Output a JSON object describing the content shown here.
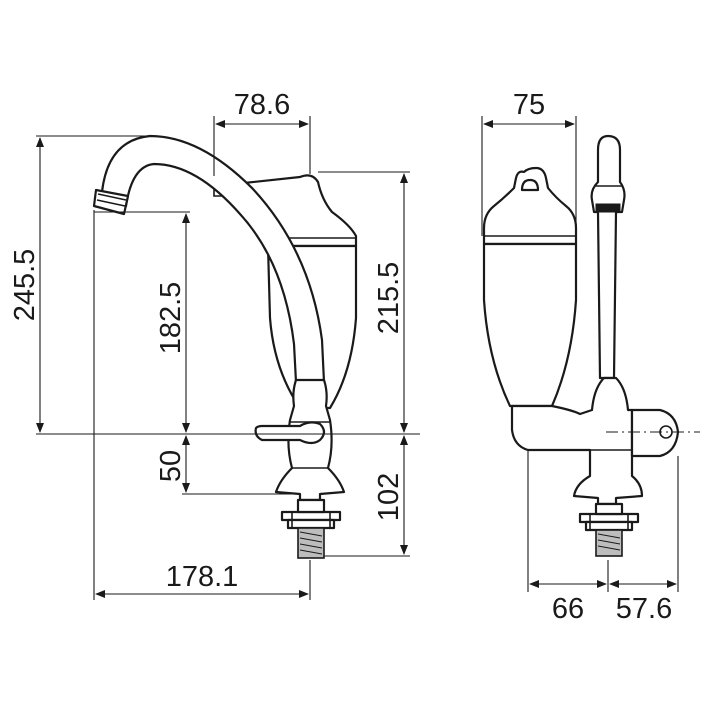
{
  "dimensions": {
    "total_height": "245.5",
    "spout_height": "182.5",
    "filter_height": "215.5",
    "filter_offset": "78.6",
    "lever_height": "50",
    "thread_length": "102",
    "spout_reach": "178.1",
    "side_width": "75",
    "side_depth_left": "66",
    "side_depth_right": "57.6"
  }
}
